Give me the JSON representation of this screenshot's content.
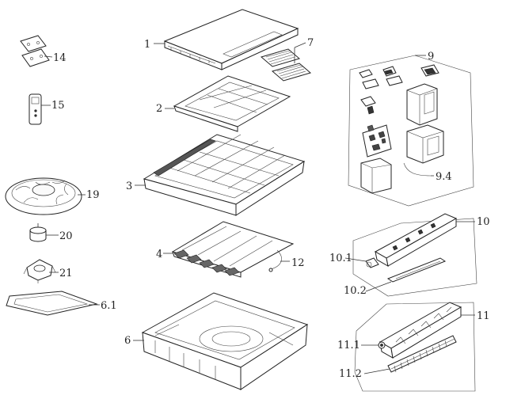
{
  "labels": {
    "l1": "1",
    "l2": "2",
    "l3": "3",
    "l4": "4",
    "l6": "6",
    "l6_1": "6.1",
    "l7": "7",
    "l9": "9",
    "l9_4": "9.4",
    "l10": "10",
    "l10_1": "10.1",
    "l10_2": "10.2",
    "l11": "11",
    "l11_1": "11.1",
    "l11_2": "11.2",
    "l12": "12",
    "l14": "14",
    "l15": "15",
    "l19": "19",
    "l20": "20",
    "l21": "21"
  }
}
